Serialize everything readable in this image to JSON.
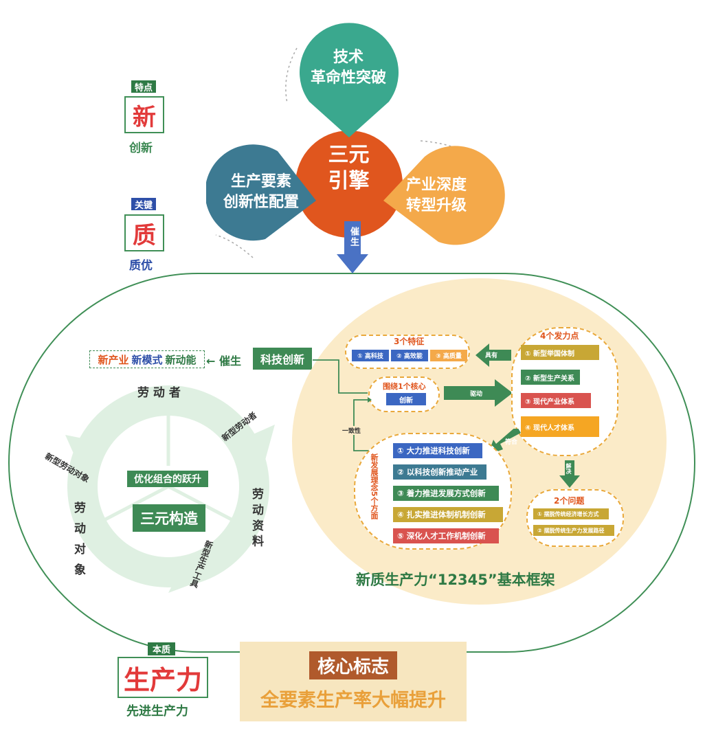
{
  "left_tags": {
    "tedian": {
      "tag": "特点",
      "char": "新",
      "sub": "创新"
    },
    "guanjian": {
      "tag": "关键",
      "char": "质",
      "sub": "质优"
    },
    "benzhi": {
      "tag": "本质",
      "char": "生产力",
      "sub": "先进生产力"
    }
  },
  "engine": {
    "center": [
      "三元",
      "引擎"
    ],
    "top": [
      "技术",
      "革命性突破"
    ],
    "left": [
      "生产要素",
      "创新性配置"
    ],
    "right": [
      "产业深度",
      "转型升级"
    ],
    "arrow_label": "催生"
  },
  "left_part": {
    "outputs": [
      "新产业",
      "新模式",
      "新动能"
    ],
    "cuisheng": "← 催生",
    "kejichuangxin": "科技创新",
    "labor_cycle": {
      "top": "劳 动 者",
      "top_new": "新型劳动者",
      "right": "劳 动 资 料",
      "right_new": "新型生产工具",
      "left": "劳 动 对 象",
      "left_new": "新型劳动对象",
      "center_top": "优化组合的跃升",
      "center": "三元构造"
    }
  },
  "framework": {
    "title": "新质生产力“12345”基本框架",
    "three_features": {
      "title": "3个特征",
      "items": [
        "① 高科技",
        "② 高效能",
        "③ 高质量"
      ]
    },
    "juyou": "具有",
    "core": {
      "title": "围绕1个核心",
      "item": "创新"
    },
    "qudong": "驱动",
    "yizhixing": "一致性",
    "four_points": {
      "title": "4个发力点",
      "items": [
        "① 新型举国体制",
        "② 新型生产关系",
        "③ 现代产业体系",
        "④ 现代人才体系"
      ]
    },
    "fuhe": "符合",
    "jiejue": "解决",
    "five_aspects": {
      "side_label": "新发展理念5个方面",
      "items": [
        "① 大力推进科技创新",
        "② 以科技创新推动产业",
        "③ 着力推进发展方式创新",
        "④ 扎实推进体制机制创新",
        "⑤ 深化人才工作机制创新"
      ]
    },
    "two_problems": {
      "title": "2个问题",
      "items": [
        "① 摆脱传统经济增长方式",
        "② 摆脱传统生产力发展路径"
      ]
    }
  },
  "core_mark": {
    "title": "核心标志",
    "subtitle": "全要素生产率大幅提升"
  },
  "colors": {
    "green": "#3e8a55",
    "teal": "#3aa88e",
    "orange_red": "#e0561e",
    "blue_gray": "#3d7a92",
    "light_orange": "#f4a94a",
    "blue": "#3b67c2",
    "red": "#e23a3a",
    "gold": "#c8a735",
    "beige": "#f7e6bf"
  }
}
